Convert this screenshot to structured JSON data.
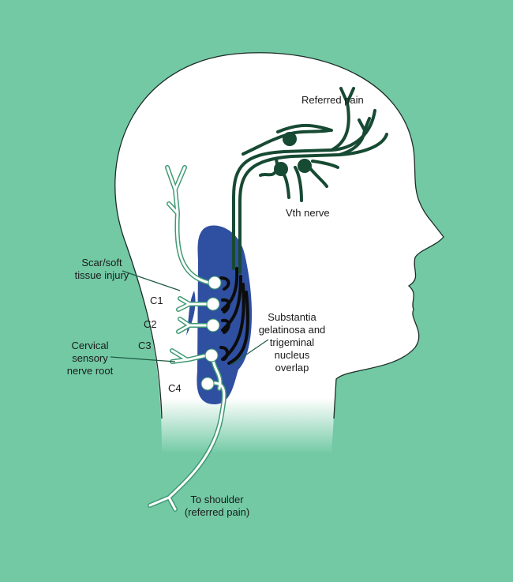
{
  "labels": {
    "referred_pain": "Referred pain",
    "vth_nerve": "Vth nerve",
    "scar_line1": "Scar/soft",
    "scar_line2": "tissue injury",
    "c1": "C1",
    "c2": "C2",
    "c3": "C3",
    "c4": "C4",
    "cervical_line1": "Cervical",
    "cervical_line2": "sensory",
    "cervical_line3": "nerve root",
    "sg_line1": "Substantia",
    "sg_line2": "gelatinosa and",
    "sg_line3": "trigeminal",
    "sg_line4": "nucleus",
    "sg_line5": "overlap",
    "shoulder_line1": "To shoulder",
    "shoulder_line2": "(referred pain)"
  },
  "colors": {
    "background": "#72c9a4",
    "nucleus": "#2f4fa0",
    "trigeminal": "#174a33",
    "cervical": "#3f9a74"
  }
}
